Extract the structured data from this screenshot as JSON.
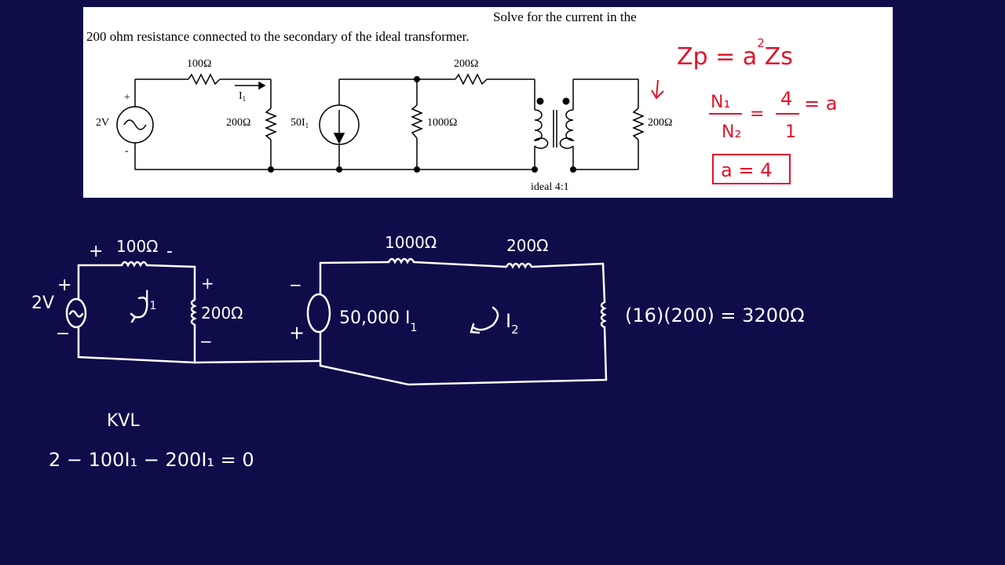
{
  "problem": {
    "line1": "Solve for the current in the",
    "line2": "200 ohm resistance connected to the secondary of the ideal transformer."
  },
  "schematic": {
    "source_plus": "+",
    "source_minus": "-",
    "source_label": "2V",
    "r_top_left": "100Ω",
    "current_label": "I",
    "current_sub": "1",
    "r_left_shunt": "200Ω",
    "dep_source": "50I",
    "dep_source_sub": "1",
    "r_mid": "1000Ω",
    "r_top_right": "200Ω",
    "r_load": "200Ω",
    "transformer_label": "ideal 4:1"
  },
  "notes_red": {
    "zp": "Zp = a",
    "zp_exp": "2",
    "zp_tail": "Zs",
    "n1": "N₁",
    "n2": "N₂",
    "eq1": "=",
    "num4": "4",
    "den1": "1",
    "eq_a": "= a",
    "boxed": "a = 4"
  },
  "handwritten": {
    "left_plus": "+",
    "left_r": "100Ω",
    "left_minus": "-",
    "src_plus": "+",
    "src_label": "2V",
    "src_minus": "−",
    "loop1": "I",
    "loop1_sub": "1",
    "shunt_plus": "+",
    "shunt_r": "200Ω",
    "shunt_minus": "−",
    "dep_minus": "−",
    "dep_plus": "+",
    "dep_value": "50,000 I",
    "dep_sub": "1",
    "r_a": "1000Ω",
    "r_b": "200Ω",
    "loop2": "I",
    "loop2_sub": "2",
    "reflected": "(16)(200) = 3200Ω",
    "kvl_title": "KVL",
    "kvl_eq": "2 − 100I₁ − 200I₁ = 0"
  },
  "colors": {
    "background": "#0f0c4a",
    "panel": "#ffffff",
    "ink_red": "#e0142c",
    "ink_white": "#ffffff"
  }
}
